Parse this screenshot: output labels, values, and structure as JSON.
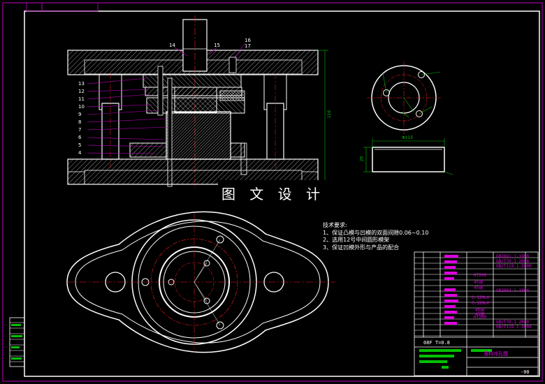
{
  "drawing": {
    "colors": {
      "background": "#000000",
      "frame": "#c000c0",
      "outline": "#ffffff",
      "center_line": "#ff2020",
      "hatch": "#ffffff",
      "dimension": "#00c000",
      "leader": "#c000c0"
    },
    "watermark": "图 文 设 计",
    "part_labels": [
      "13",
      "12",
      "11",
      "10",
      "9",
      "8",
      "7",
      "6",
      "5",
      "4",
      "14",
      "15",
      "16",
      "17"
    ],
    "dimension_front_height": "116",
    "dimension_side_width": "Φ115",
    "dimension_side_height": "26",
    "technical_notes": {
      "heading": "技术要求:",
      "items": [
        "1、保证凸模与凹模的双面间隙0.06~0.10",
        "2、选用12号中间圆形模架",
        "3、保证凹模外形与产品的配合"
      ]
    },
    "title_block": {
      "material_label": "08F T=0.8",
      "drawing_title": "落料冲孔模",
      "drawing_number": "-00",
      "material_entries": [
        "HT200",
        "45钢",
        "45钢",
        "Cr12MoV",
        "Cr12MoV",
        "45钢",
        "45钢",
        "HT200"
      ],
      "standard_entries": [
        "GB2861.1-1990",
        "GB/T70.1-2000",
        "GB/T119.1-2000",
        "GB2862.1-1990",
        "GB/T70.1-2000",
        "GB/T119.1-2000"
      ]
    }
  }
}
